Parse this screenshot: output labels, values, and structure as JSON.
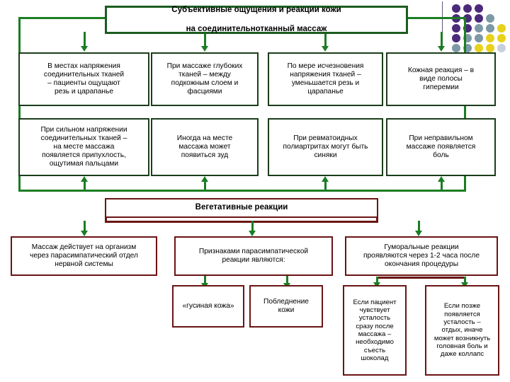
{
  "title": {
    "line1": "Субъективные ощущения и реакции кожи",
    "line2": "на соединительнотканный массаж"
  },
  "row1": [
    {
      "text": "В местах напряжения\nсоединительных тканей\n– пациенты ощущают\nрезь и царапанье"
    },
    {
      "text": "При массаже глубоких\nтканей – между\nподкожным слоем и\nфасциями"
    },
    {
      "text": "По мере исчезновения\nнапряжения тканей –\nуменьшается резь и\nцарапанье"
    },
    {
      "text": "Кожная реакция – в\nвиде полосы\nгиперемии"
    }
  ],
  "row2": [
    {
      "text": "При сильном напряжении\nсоединительных тканей –\nна месте массажа\nпоявляется припухлость,\nощутимая пальцами"
    },
    {
      "text": "Иногда на месте\nмассажа может\nпоявиться зуд"
    },
    {
      "text": "При ревматоидных\nполиартритах могут быть\nсиняки"
    },
    {
      "text": "При неправильном\nмассаже появляется\nболь"
    }
  ],
  "section_header": "Вегетативные реакции",
  "row3": [
    {
      "text": "Массаж действует на организм\nчерез парасимпатический отдел\nнервной системы"
    },
    {
      "text": "Признаками парасимпатической\nреакции являются:"
    },
    {
      "text": "Гуморальные реакции\nпроявляются через 1-2 часа после\nокончания процедуры"
    }
  ],
  "row4": [
    {
      "text": "«гусиная кожа»"
    },
    {
      "text": "Побледнение\nкожи"
    },
    {
      "text": "Если пациент\nчувствует\nусталость\nсразу после\nмассажа –\nнеобходимо\nсъесть\nшоколад"
    },
    {
      "text": "Если позже\nпоявляется\nусталость –\nотдых, иначе\nможет возникнуть\nголовная боль и\nдаже коллапс"
    }
  ],
  "colors": {
    "green_border": "#1b3d1b",
    "green_title_border": "#1b5c20",
    "green_connector": "#1b7d23",
    "maroon_border": "#6b1414",
    "dot_purple": "#4b2a7b",
    "dot_slate": "#7d99a5",
    "dot_yellow": "#e8d11a",
    "dot_pale": "#c8cfdc"
  },
  "decoration": {
    "name": "dot-grid",
    "rows": [
      [
        "#4b2a7b",
        "#4b2a7b",
        "#4b2a7b",
        "",
        ""
      ],
      [
        "#4b2a7b",
        "#4b2a7b",
        "#4b2a7b",
        "#7d99a5",
        ""
      ],
      [
        "#4b2a7b",
        "#4b2a7b",
        "#7d99a5",
        "#7d99a5",
        "#e8d11a"
      ],
      [
        "#4b2a7b",
        "#7d99a5",
        "#7d99a5",
        "#e8d11a",
        "#e8d11a"
      ],
      [
        "#7d99a5",
        "#7d99a5",
        "#e8d11a",
        "#e8d11a",
        "#c8cfdc"
      ]
    ]
  }
}
